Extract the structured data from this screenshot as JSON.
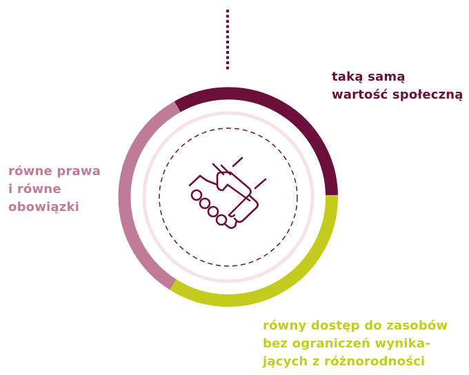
{
  "colors": {
    "dark": "#6b0f3a",
    "pink": "#c07b98",
    "lime": "#c3cc1c",
    "inner_ring": "#f6e3ea",
    "icon": "#6b0f3a"
  },
  "icon": "handshake-icon",
  "labels": {
    "top": [
      "taką samą",
      "wartość społeczną"
    ],
    "left": [
      "równe prawa",
      "i równe",
      "obowiązki"
    ],
    "bottom": [
      "równy dostęp do zasobów",
      "bez ograniczeń wynika-",
      "jących z różnorodności"
    ]
  }
}
